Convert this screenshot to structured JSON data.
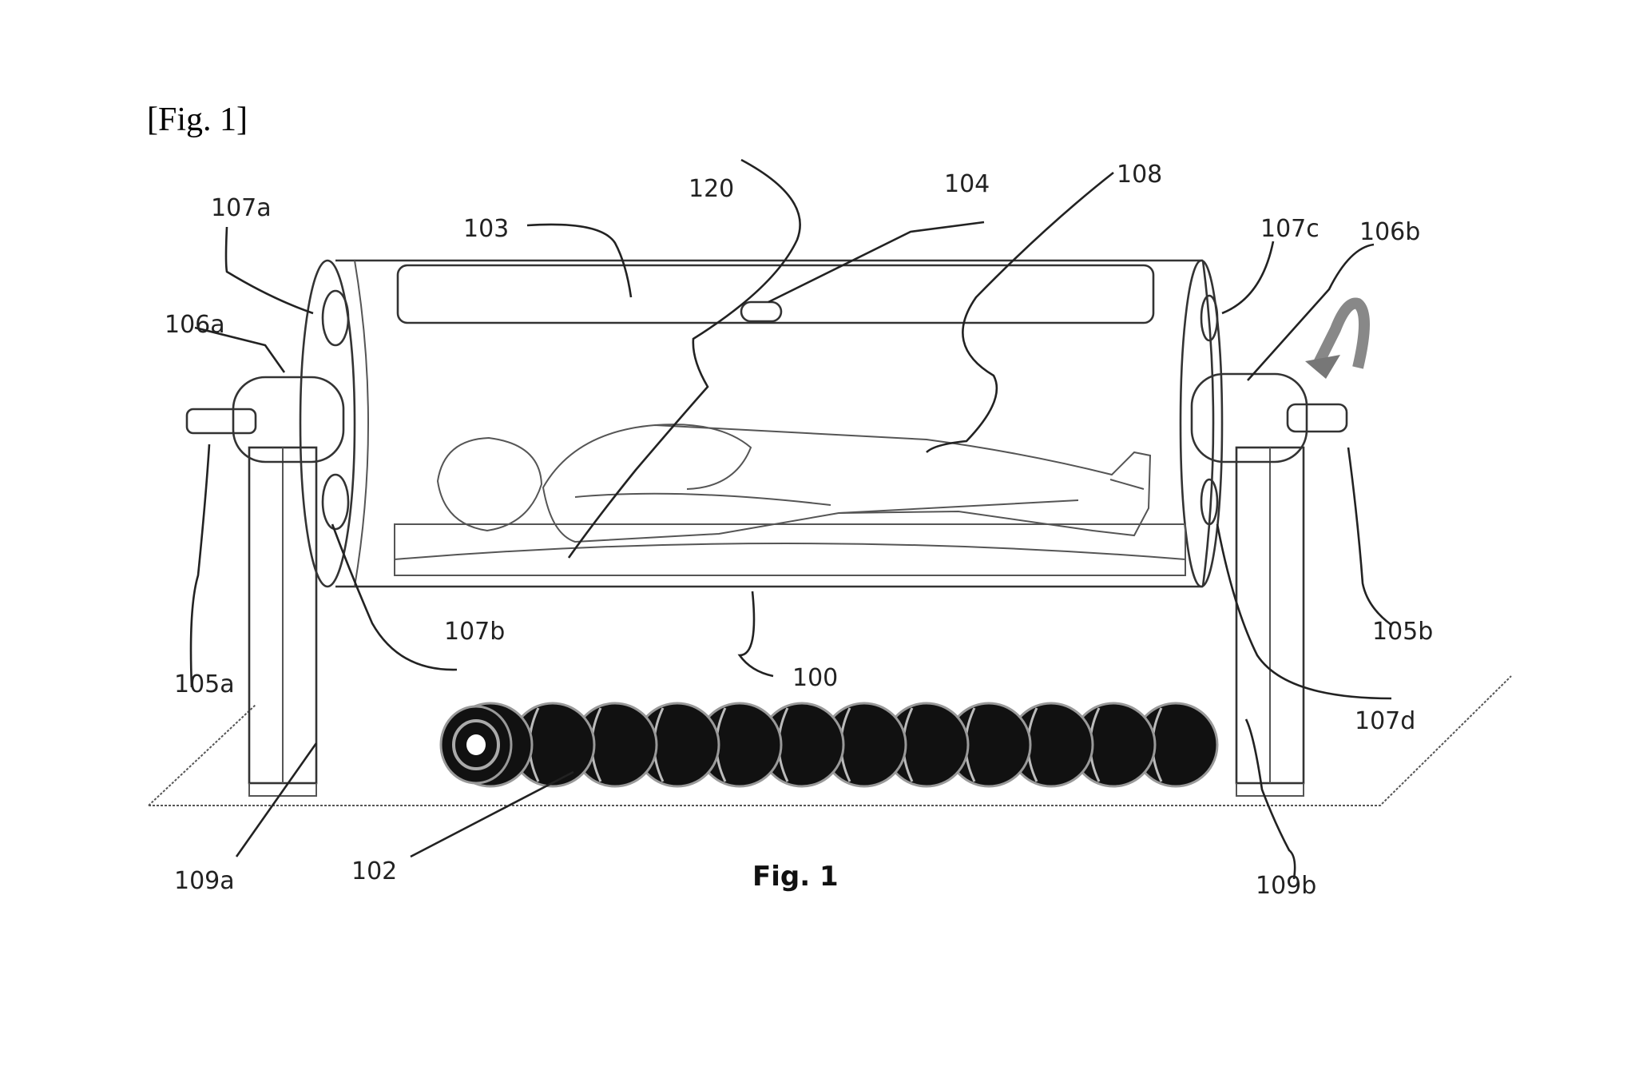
{
  "header": "[Fig. 1]",
  "caption": "Fig. 1",
  "labels": {
    "l100": "100",
    "l102": "102",
    "l103": "103",
    "l104": "104",
    "l105a": "105a",
    "l105b": "105b",
    "l106a": "106a",
    "l106b": "106b",
    "l107a": "107a",
    "l107b": "107b",
    "l107c": "107c",
    "l107d": "107d",
    "l108": "108",
    "l109a": "109a",
    "l109b": "109b",
    "l120": "120"
  },
  "colors": {
    "line": "#333333",
    "magnet": "#111111",
    "text": "#222222"
  }
}
